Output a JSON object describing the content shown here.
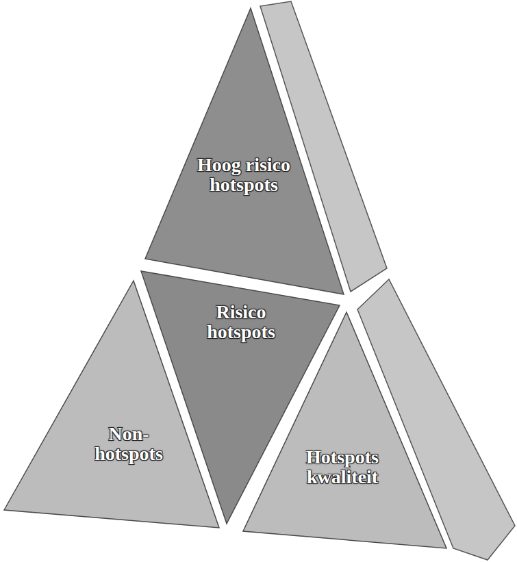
{
  "diagram": {
    "nodes": [
      {
        "text": [
          "Hoog risico hotspots"
        ]
      },
      {
        "text": [
          "Risico hotspots"
        ]
      },
      {
        "text": [
          "Non-hotspots"
        ]
      },
      {
        "text": [
          "Hotspots kwaliteit"
        ]
      }
    ]
  }
}
